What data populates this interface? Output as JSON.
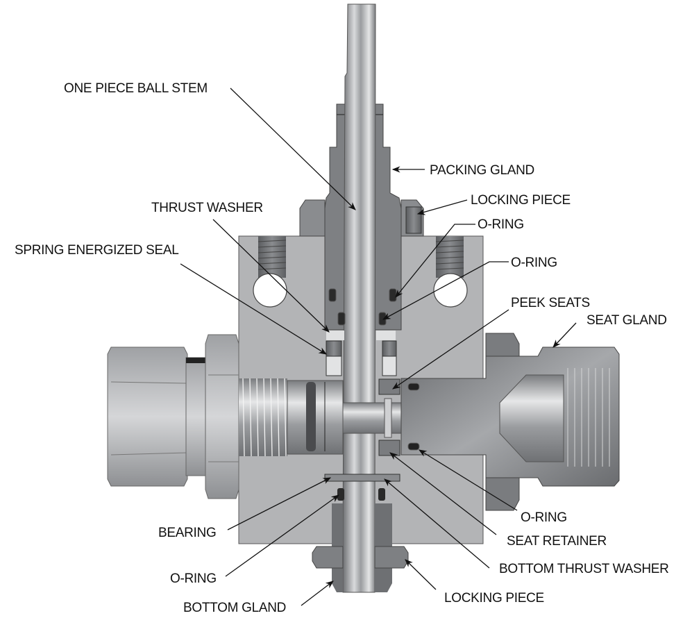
{
  "diagram": {
    "title": "Ball valve cross-section",
    "labels": {
      "one_piece_ball_stem": "ONE PIECE BALL STEM",
      "packing_gland": "PACKING GLAND",
      "locking_piece_top": "LOCKING PIECE",
      "o_ring_1": "O-RING",
      "o_ring_2": "O-RING",
      "thrust_washer": "THRUST WASHER",
      "spring_energized_seal": "SPRING ENERGIZED SEAL",
      "peek_seats": "PEEK SEATS",
      "seat_gland": "SEAT GLAND",
      "o_ring_3": "O-RING",
      "seat_retainer": "SEAT RETAINER",
      "bottom_thrust_washer": "BOTTOM THRUST WASHER",
      "locking_piece_bottom": "LOCKING PIECE",
      "bearing": "BEARING",
      "o_ring_4": "O-RING",
      "bottom_gland": "BOTTOM GLAND"
    }
  }
}
